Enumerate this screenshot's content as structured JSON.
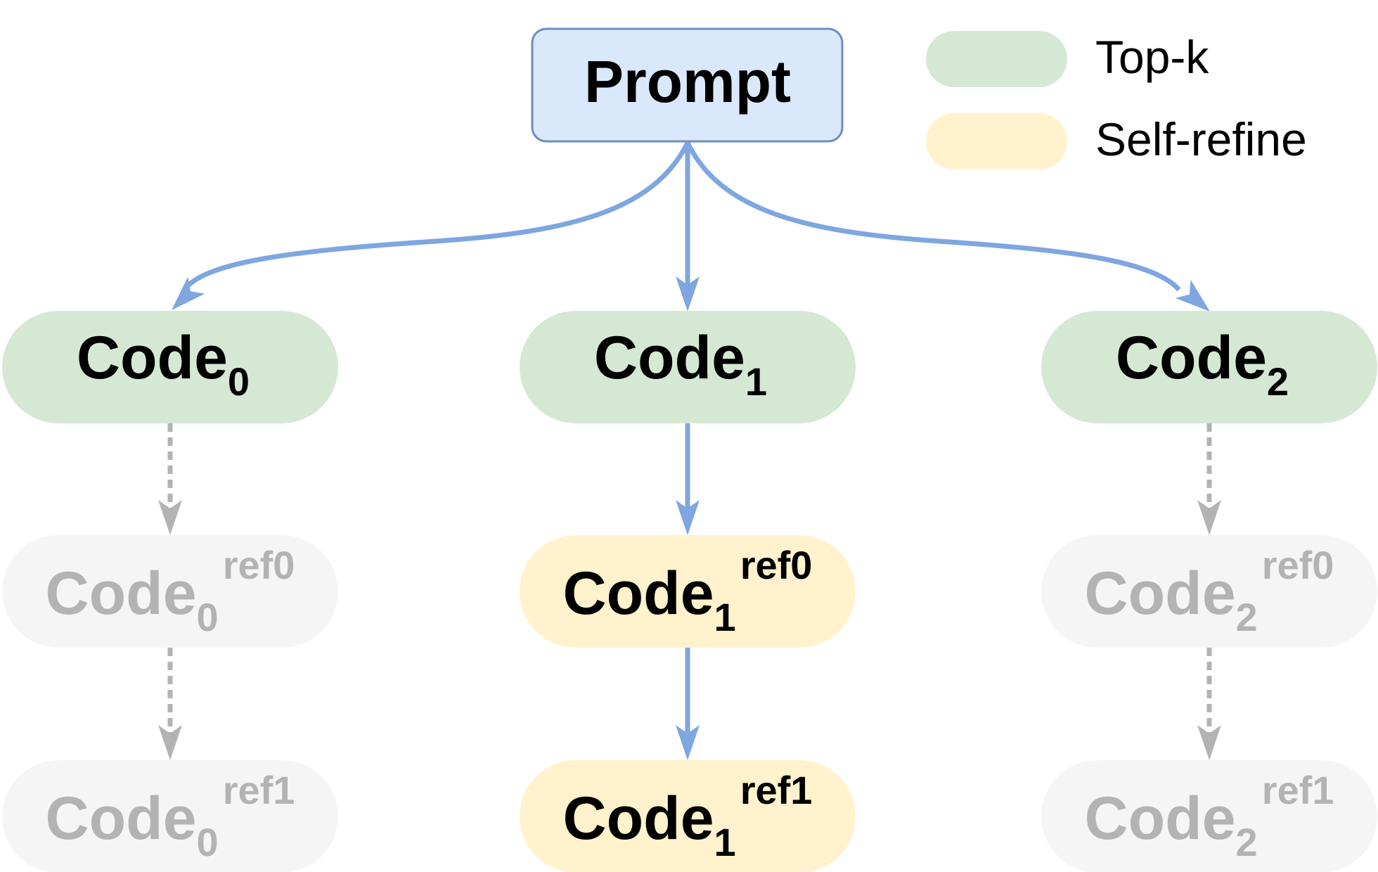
{
  "prompt": {
    "label": "Prompt"
  },
  "legend": {
    "items": [
      {
        "label": "Top-k",
        "color": "#d5e8d4"
      },
      {
        "label": "Self-refine",
        "color": "#fff2cc"
      }
    ]
  },
  "colors": {
    "prompt_fill": "#dae8fc",
    "prompt_stroke": "#6c8ebf",
    "topk_fill": "#d5e8d4",
    "refine_fill": "#fff2cc",
    "inactive_fill": "#f5f5f5",
    "active_text": "#000000",
    "inactive_text": "#b3b3b3",
    "active_edge": "#7ea6e0",
    "inactive_edge": "#b3b3b3"
  },
  "columns": [
    {
      "active": false,
      "code": {
        "base": "Code",
        "sub": "0"
      },
      "refinements": [
        {
          "base": "Code",
          "sub": "0",
          "sup": "ref0"
        },
        {
          "base": "Code",
          "sub": "0",
          "sup": "ref1"
        }
      ]
    },
    {
      "active": true,
      "code": {
        "base": "Code",
        "sub": "1"
      },
      "refinements": [
        {
          "base": "Code",
          "sub": "1",
          "sup": "ref0"
        },
        {
          "base": "Code",
          "sub": "1",
          "sup": "ref1"
        }
      ]
    },
    {
      "active": false,
      "code": {
        "base": "Code",
        "sub": "2"
      },
      "refinements": [
        {
          "base": "Code",
          "sub": "2",
          "sup": "ref0"
        },
        {
          "base": "Code",
          "sub": "2",
          "sup": "ref1"
        }
      ]
    }
  ]
}
